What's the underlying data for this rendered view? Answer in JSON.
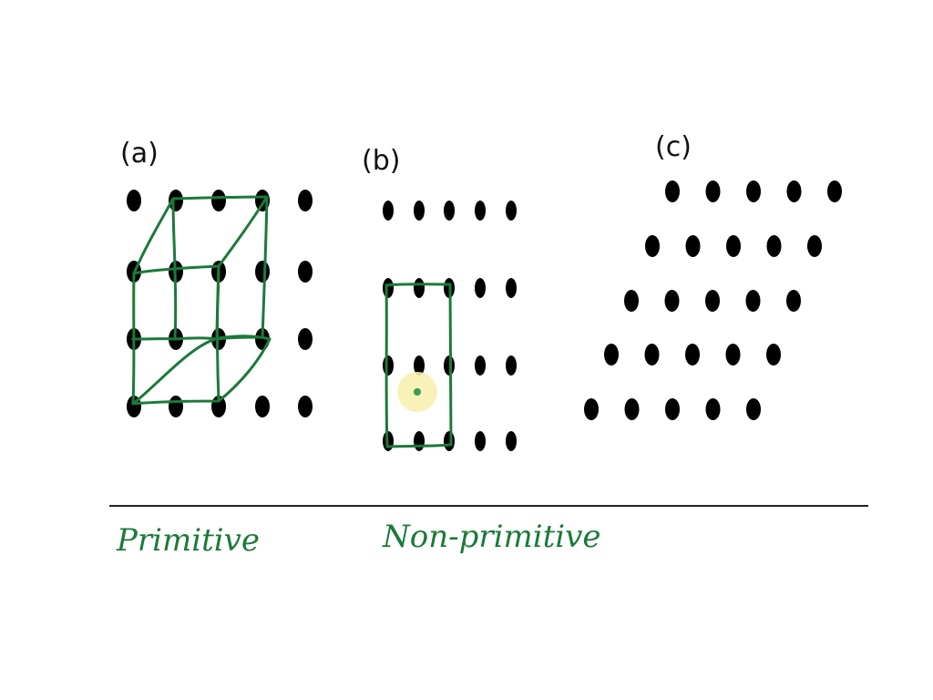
{
  "panels": [
    {
      "label": "(a)",
      "caption": "Primitive"
    },
    {
      "label": "(b)",
      "caption": "Non-primitive"
    },
    {
      "label": "(c)",
      "caption": ""
    }
  ],
  "colors": {
    "dot": "#000000",
    "annotation": "#1b7a3a",
    "divider": "#222222",
    "highlight": "#f7f0b0",
    "center_point": "#3a9a5a"
  }
}
